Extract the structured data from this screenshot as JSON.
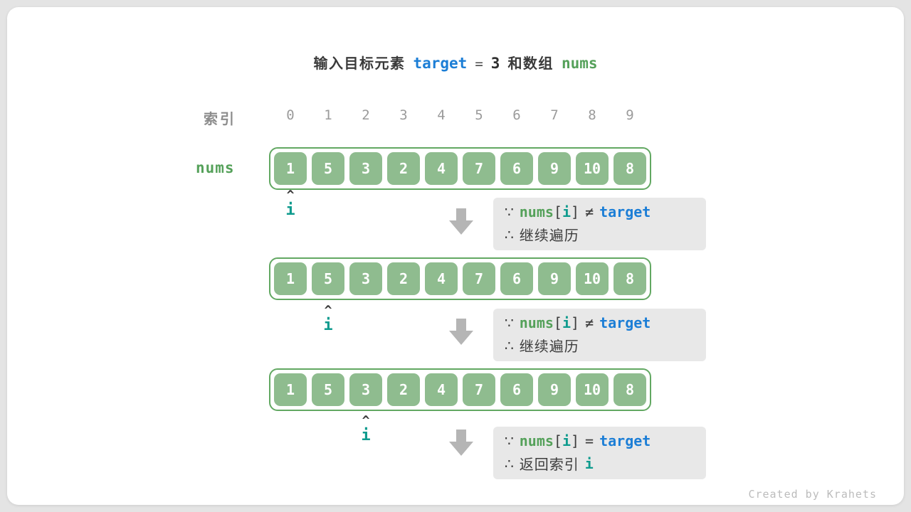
{
  "title": {
    "prefix": "输入目标元素",
    "target_keyword": "target",
    "equals_sign": "=",
    "target_value": "3",
    "middle": "和数组",
    "nums_keyword": "nums"
  },
  "index_row": {
    "label": "索引",
    "indices": [
      "0",
      "1",
      "2",
      "3",
      "4",
      "5",
      "6",
      "7",
      "8",
      "9"
    ]
  },
  "array": {
    "label": "nums",
    "values": [
      "1",
      "5",
      "3",
      "2",
      "4",
      "7",
      "6",
      "9",
      "10",
      "8"
    ]
  },
  "pointer": {
    "caret_symbol": "^",
    "label": "i"
  },
  "steps": [
    {
      "pointer_index": 0,
      "note": {
        "because": "∵",
        "nums": "nums",
        "open_bracket": "[",
        "index_var": "i",
        "close_bracket": "]",
        "operator": "≠",
        "target": "target",
        "therefore": "∴",
        "conclusion": "继续遍历"
      }
    },
    {
      "pointer_index": 1,
      "note": {
        "because": "∵",
        "nums": "nums",
        "open_bracket": "[",
        "index_var": "i",
        "close_bracket": "]",
        "operator": "≠",
        "target": "target",
        "therefore": "∴",
        "conclusion": "继续遍历"
      }
    },
    {
      "pointer_index": 2,
      "note": {
        "because": "∵",
        "nums": "nums",
        "open_bracket": "[",
        "index_var": "i",
        "close_bracket": "]",
        "operator": "=",
        "target": "target",
        "therefore": "∴",
        "conclusion": "返回索引",
        "conclusion_var": "i"
      }
    }
  ],
  "credit": "Created by Krahets",
  "colors": {
    "keyword_blue": "#1c7ed6",
    "keyword_green": "#55a15a",
    "index_teal": "#0f9b8e",
    "cell_green": "#8fbc8f",
    "array_border_green": "#62a862",
    "note_background": "#e8e8e8",
    "arrow_gray": "#b5b5b5",
    "page_background": "#e4e4e4"
  }
}
